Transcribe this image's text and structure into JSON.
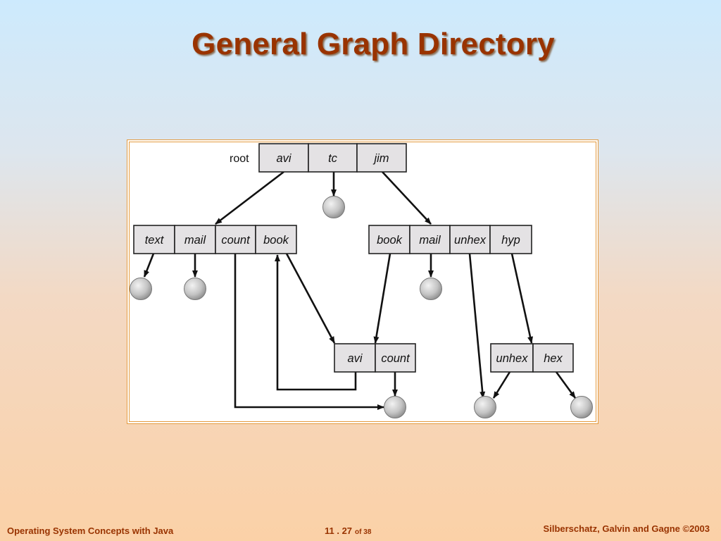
{
  "slide": {
    "title": "General Graph Directory"
  },
  "diagram": {
    "root_label": "root",
    "directories": {
      "root": [
        "avi",
        "tc",
        "jim"
      ],
      "avi_dir": [
        "text",
        "mail",
        "count",
        "book"
      ],
      "jim_dir": [
        "book",
        "mail",
        "unhex",
        "hyp"
      ],
      "shared_dir": [
        "avi",
        "count"
      ],
      "hyp_dir": [
        "unhex",
        "hex"
      ]
    },
    "colors": {
      "cell_fill": "#e4e2e4",
      "leaf_fill": "#c8c8c8",
      "title": "#993300",
      "frame": "#e49a3e"
    }
  },
  "footer": {
    "left": "Operating System Concepts with Java",
    "page": "11 . 27",
    "of": "of 38",
    "right": "Silberschatz, Galvin and Gagne ©2003"
  }
}
